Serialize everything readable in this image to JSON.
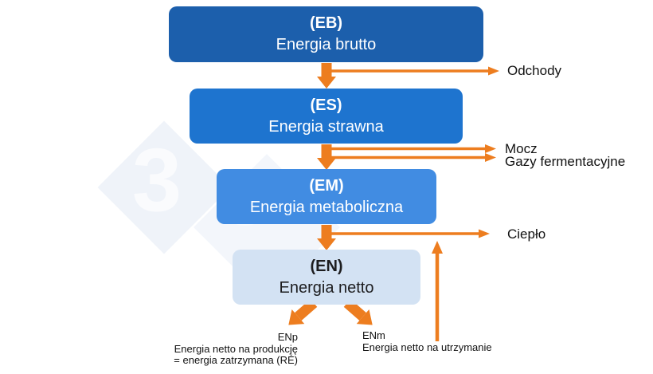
{
  "colors": {
    "box-eb": "#1C5FAC",
    "box-es": "#1E74CF",
    "box-em": "#418CE2",
    "box-en": "#D3E2F3",
    "arrow": "#ED7D1F"
  },
  "watermark": {
    "digit": "3"
  },
  "boxes": [
    {
      "code": "(EB)",
      "label": "Energia brutto"
    },
    {
      "code": "(ES)",
      "label": "Energia strawna"
    },
    {
      "code": "(EM)",
      "label": "Energia metaboliczna"
    },
    {
      "code": "(EN)",
      "label": "Energia netto"
    }
  ],
  "losses": {
    "odchody": "Odchody",
    "mocz": "Mocz",
    "gazy": "Gazy fermentacyjne",
    "cieplo": "Ciepło"
  },
  "outputs": {
    "enp": {
      "code": "ENp",
      "line1": "Energia netto na produkcję",
      "line2": "= energia zatrzymana (RÉ)"
    },
    "enm": {
      "code": "ENm",
      "line1": "Energia netto na utrzymanie"
    }
  }
}
